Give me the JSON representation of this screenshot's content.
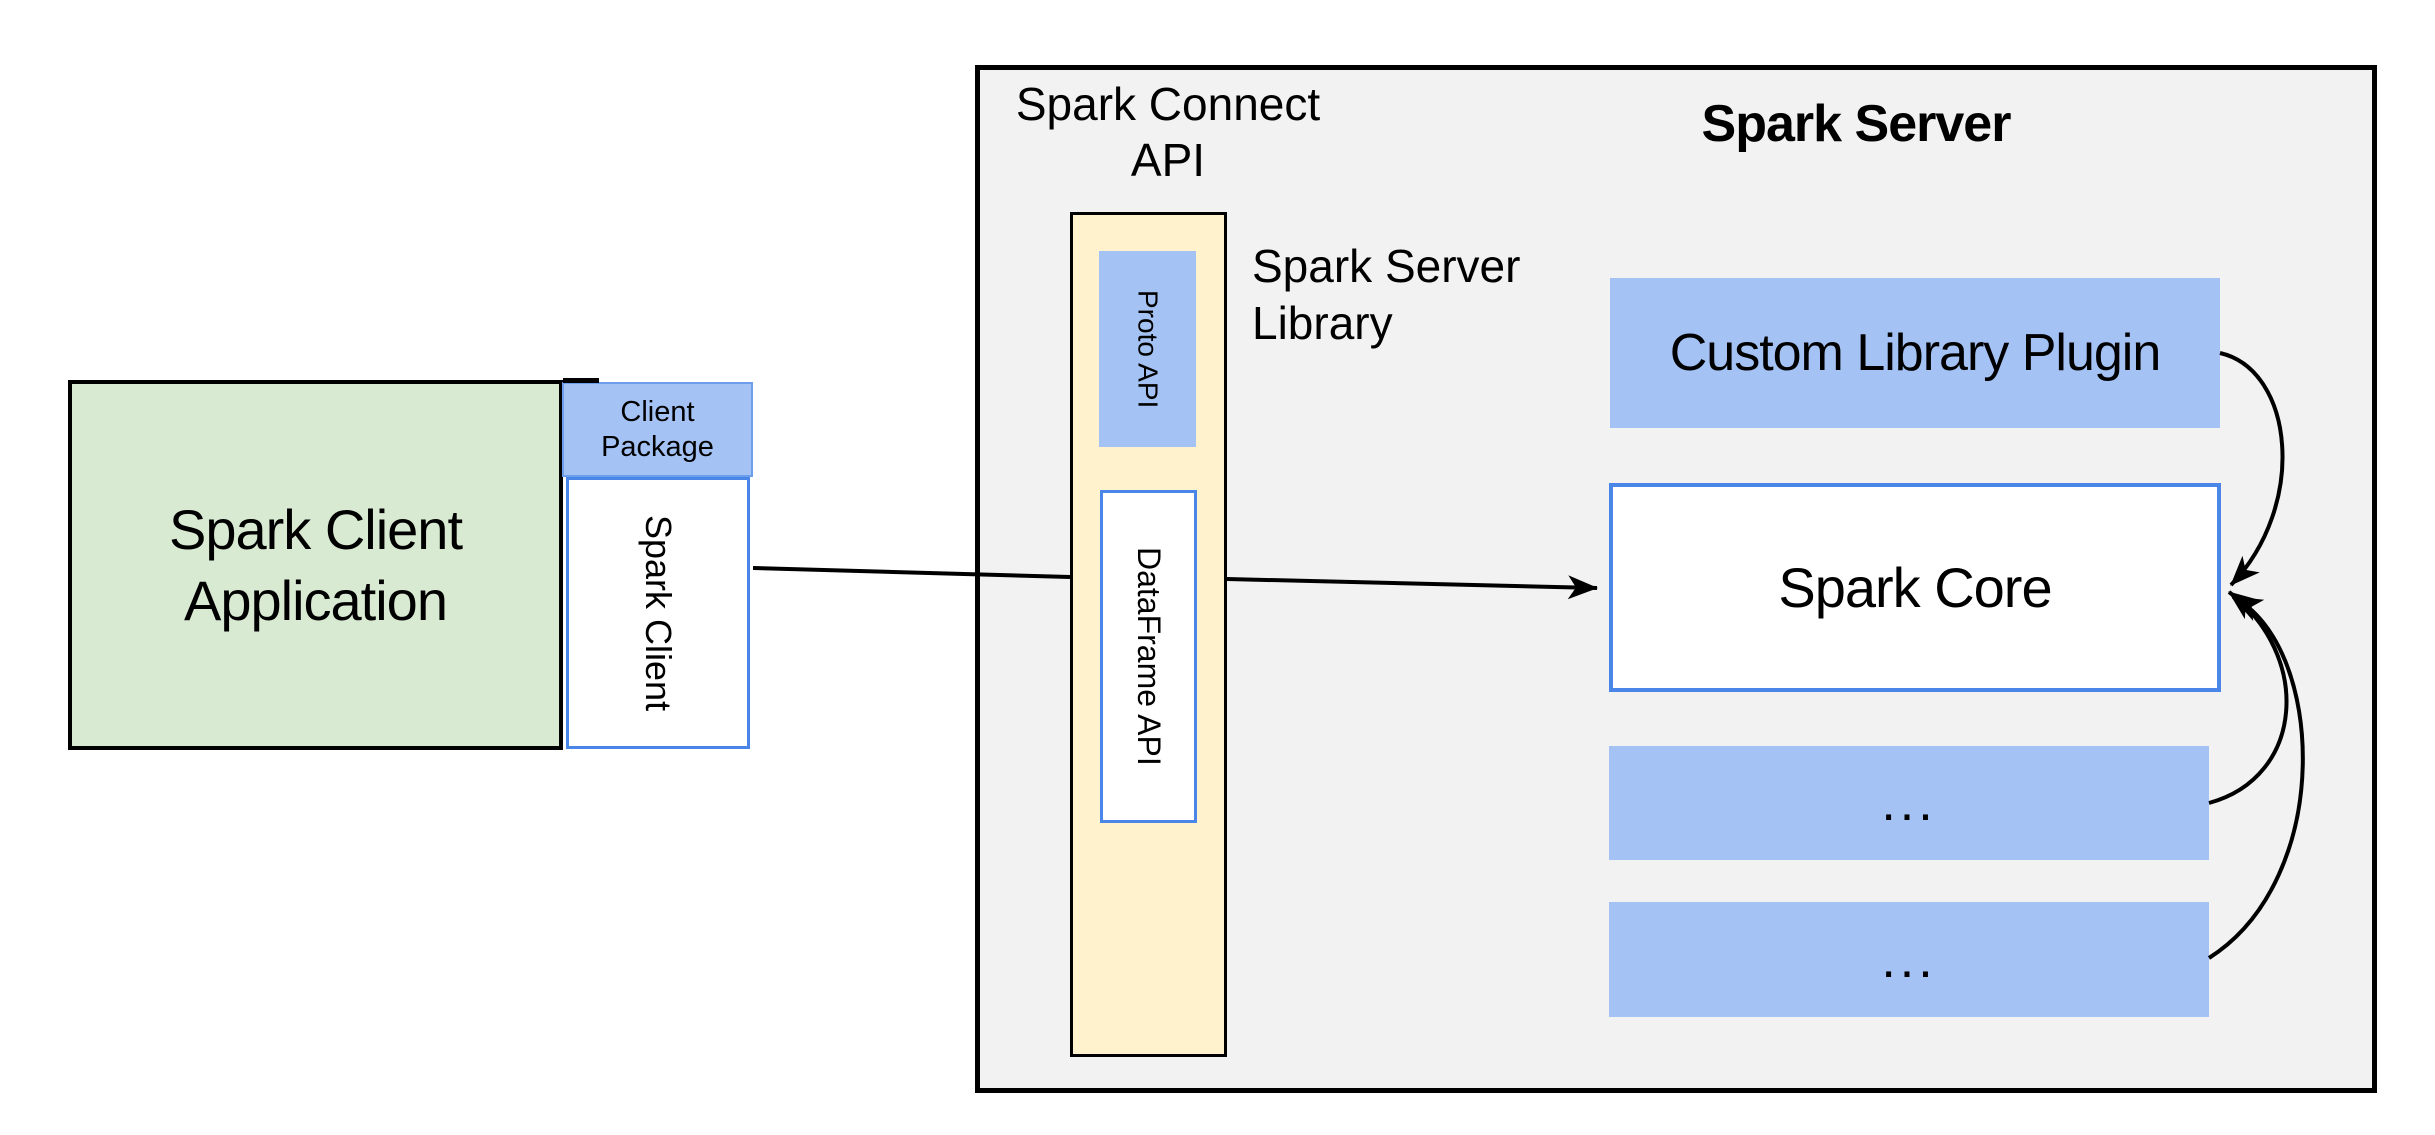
{
  "title": "Spark Connect architecture diagram",
  "colors": {
    "background": "#ffffff",
    "panel": "#f2f2f2",
    "green": "#d9ead3",
    "blue": "#a4c2f4",
    "yellow": "#fff2cc",
    "blue_border": "#4a86e8",
    "package_border": "#6d9eeb",
    "line": "#000000"
  },
  "client": {
    "application_label": "Spark Client\nApplication",
    "package_label": "Client\nPackage",
    "spark_client_label": "Spark Client"
  },
  "connect_api": {
    "heading": "Spark Connect\nAPI",
    "proto_api_label": "Proto API",
    "dataframe_api_label": "DataFrame API",
    "library_label": "Spark Server\nLibrary"
  },
  "server": {
    "heading": "Spark Server",
    "custom_library_plugin_label": "Custom Library Plugin",
    "spark_core_label": "Spark Core",
    "placeholder_1": "...",
    "placeholder_2": "..."
  },
  "arrows": [
    {
      "from": "spark-client",
      "to": "spark-server-library"
    },
    {
      "from": "spark-server-library",
      "to": "spark-core"
    },
    {
      "from": "custom-library-plugin",
      "to": "spark-core"
    },
    {
      "from": "placeholder-1",
      "to": "spark-core"
    },
    {
      "from": "placeholder-2",
      "to": "spark-core"
    }
  ]
}
